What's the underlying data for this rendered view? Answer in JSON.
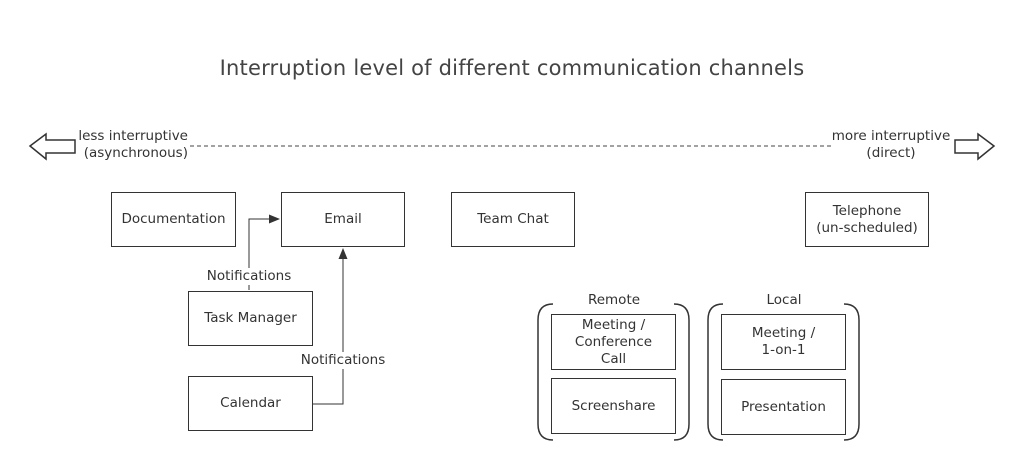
{
  "title": "Interruption level of different communication channels",
  "axis": {
    "left_label": "less interruptive\n(asynchronous)",
    "right_label": "more interruptive\n(direct)"
  },
  "nodes": {
    "documentation": "Documentation",
    "email": "Email",
    "team_chat": "Team Chat",
    "telephone": "Telephone\n(un-scheduled)",
    "task_manager": "Task Manager",
    "calendar": "Calendar"
  },
  "edges": {
    "task_manager_to_email": "Notifications",
    "calendar_to_email": "Notifications"
  },
  "groups": {
    "remote": {
      "label": "Remote",
      "items": [
        "Meeting /\nConference\nCall",
        "Screenshare"
      ]
    },
    "local": {
      "label": "Local",
      "items": [
        "Meeting /\n1-on-1",
        "Presentation"
      ]
    }
  }
}
